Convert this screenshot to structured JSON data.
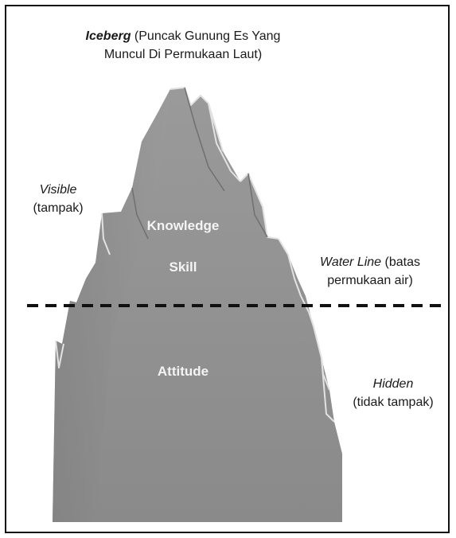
{
  "iceberg_title": {
    "term": "Iceberg",
    "line1_rest": " (Puncak Gunung Es Yang",
    "line2": "Muncul Di Permukaan Laut)"
  },
  "visible": {
    "term": "Visible",
    "desc": "(tampak)"
  },
  "water_line": {
    "term": "Water Line",
    "line1_rest": " (batas",
    "line2": "permukaan air)"
  },
  "hidden": {
    "term": "Hidden",
    "desc": "(tidak tampak)"
  },
  "inner_labels": {
    "knowledge": "Knowledge",
    "skill": "Skill",
    "attitude": "Attitude"
  },
  "colors": {
    "iceberg_fill": "#8e8e8e",
    "iceberg_highlight": "#d9d9d9",
    "border": "#111111",
    "water_line": "#111111"
  }
}
